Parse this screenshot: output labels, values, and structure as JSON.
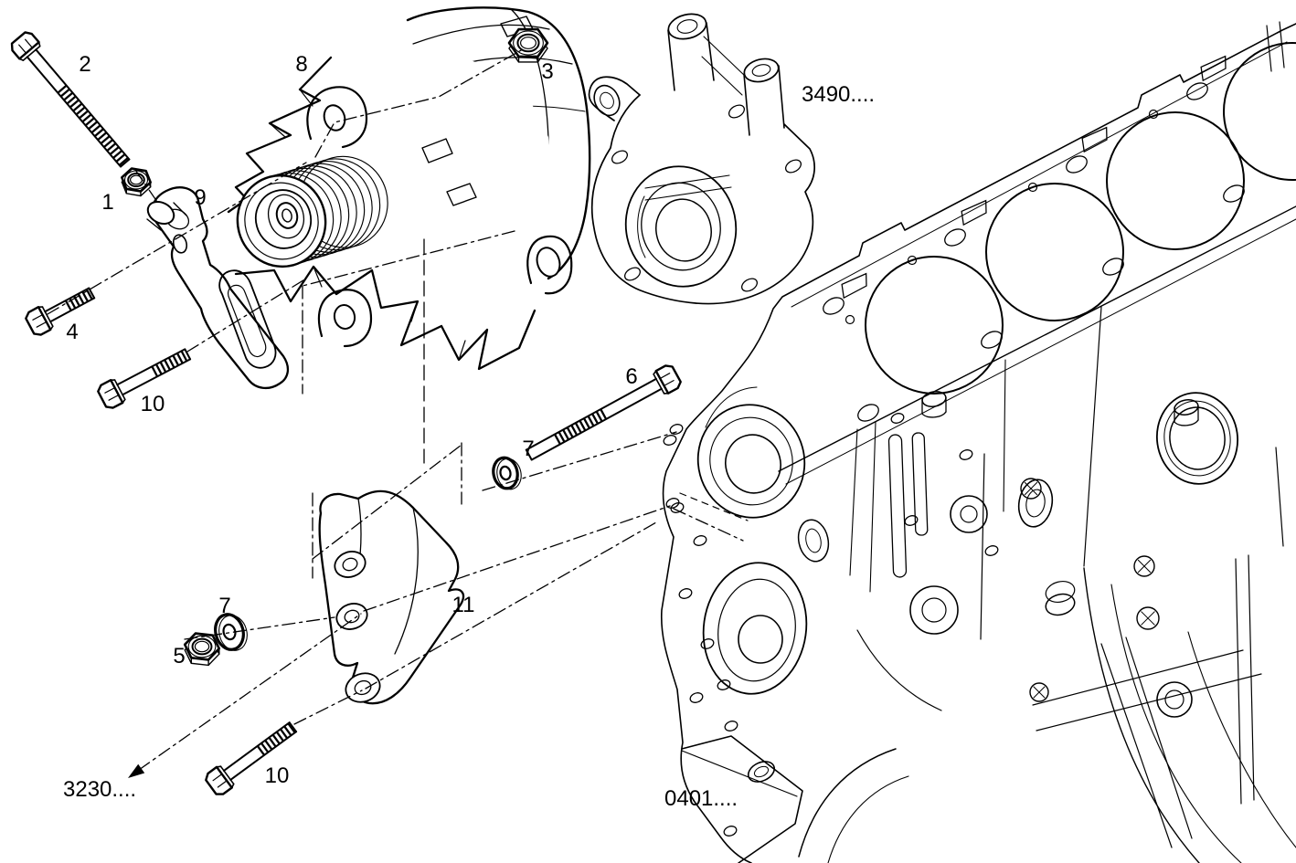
{
  "diagram": {
    "type": "exploded-parts-diagram",
    "callouts": {
      "c1": "1",
      "c2": "2",
      "c3": "3",
      "c4": "4",
      "c5": "5",
      "c6": "6",
      "c7a": "7",
      "c7b": "7",
      "c8": "8",
      "c9": "9",
      "c10a": "10",
      "c10b": "10",
      "c11": "11"
    },
    "refs": {
      "r3490": "3490....",
      "r3230": "3230....",
      "r0401": "0401...."
    },
    "colors": {
      "line": "#000000",
      "background": "#ffffff"
    }
  }
}
